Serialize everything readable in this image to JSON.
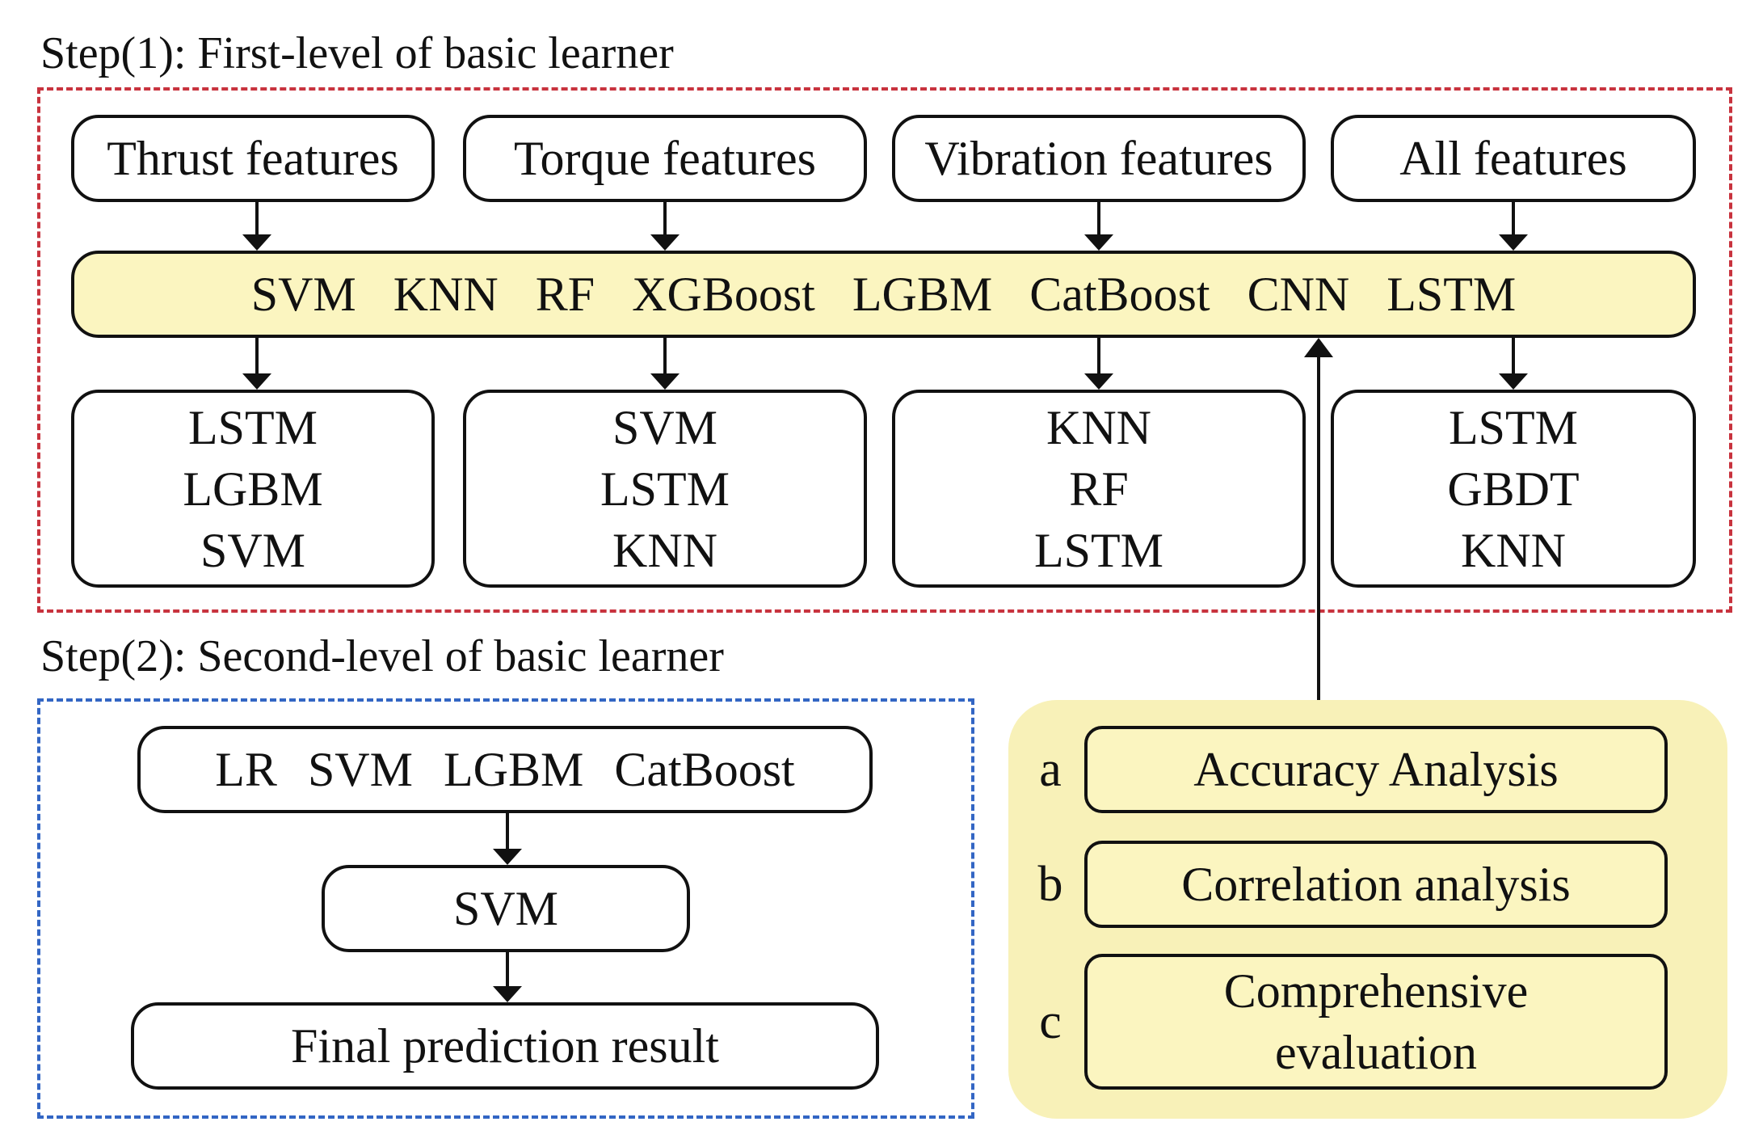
{
  "step1": {
    "title": "Step(1): First-level of basic learner",
    "feature_boxes": [
      "Thrust features",
      "Torque features",
      "Vibration features",
      "All features"
    ],
    "models": [
      "SVM",
      "KNN",
      "RF",
      "XGBoost",
      "LGBM",
      "CatBoost",
      "CNN",
      "LSTM"
    ],
    "selected": [
      [
        "LSTM",
        "LGBM",
        "SVM"
      ],
      [
        "SVM",
        "LSTM",
        "KNN"
      ],
      [
        "KNN",
        "RF",
        "LSTM"
      ],
      [
        "LSTM",
        "GBDT",
        "KNN"
      ]
    ]
  },
  "step2": {
    "title": "Step(2): Second-level of basic learner",
    "models": [
      "LR",
      "SVM",
      "LGBM",
      "CatBoost"
    ],
    "meta_model": "SVM",
    "result": "Final prediction result"
  },
  "analysis": {
    "items": [
      {
        "letter": "a",
        "label": "Accuracy Analysis"
      },
      {
        "letter": "b",
        "label": "Correlation analysis"
      },
      {
        "letter": "c",
        "label": "Comprehensive evaluation"
      }
    ]
  },
  "colors": {
    "step1_border": "#c8333e",
    "step2_border": "#3366c4",
    "highlight_fill": "#fbf5c0",
    "panel_fill": "#f8f1b8"
  }
}
